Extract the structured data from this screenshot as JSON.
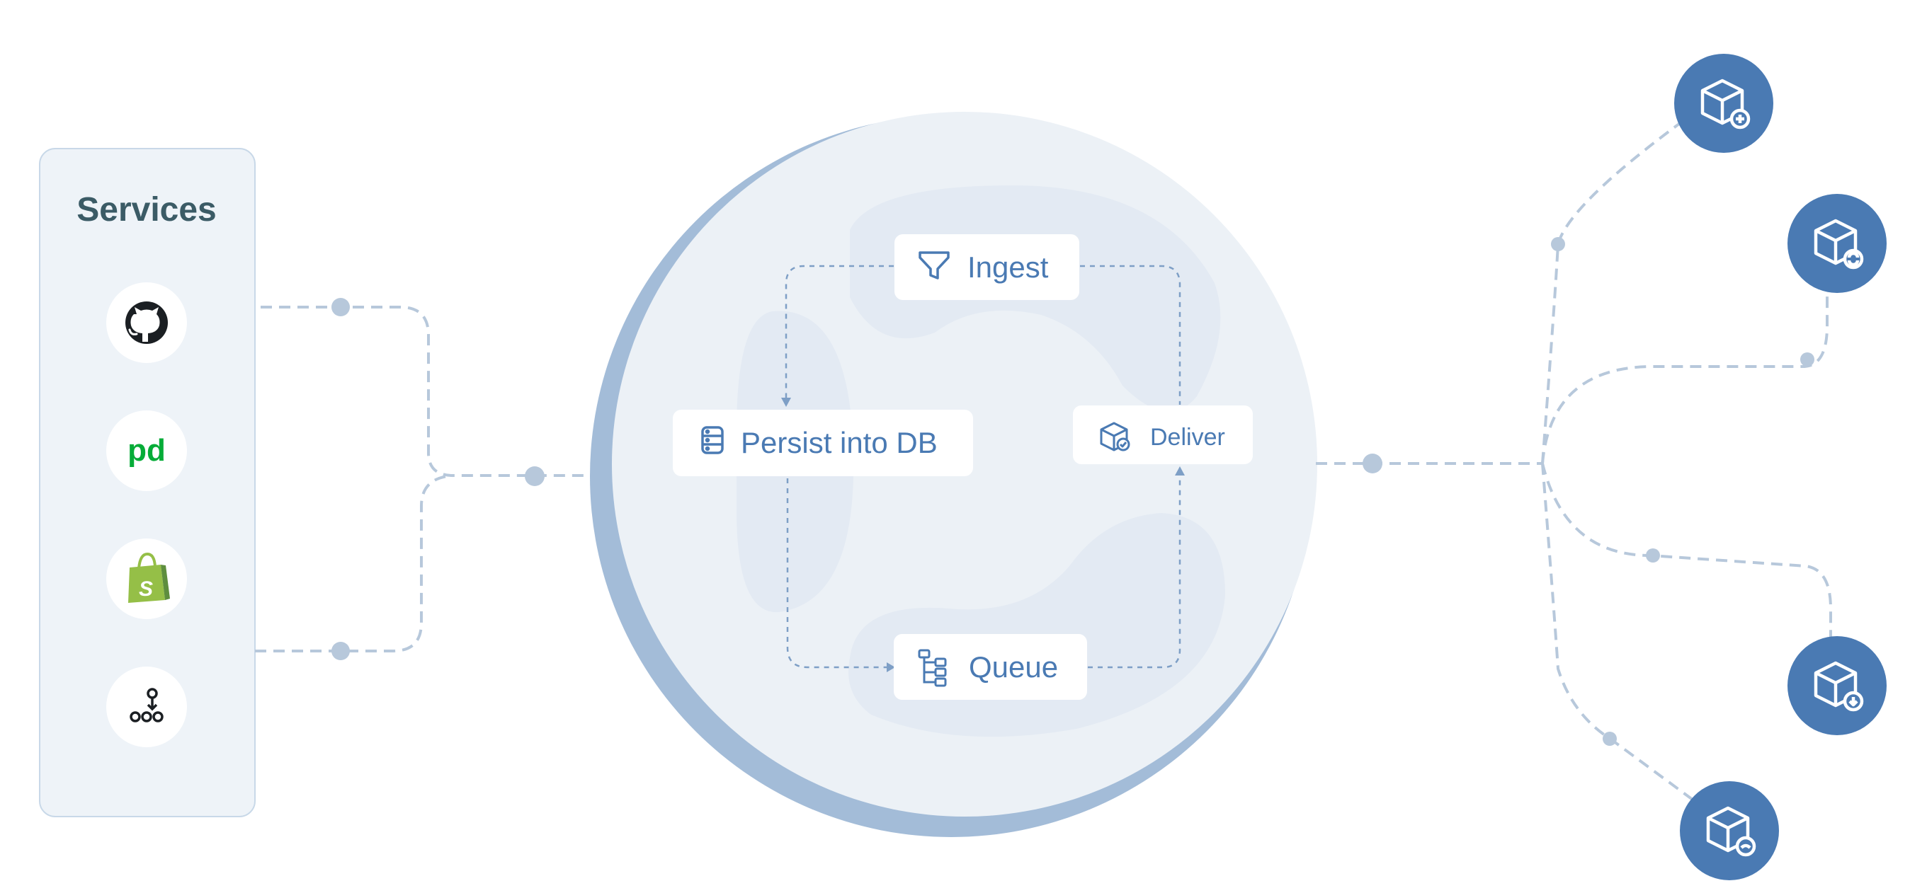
{
  "services_panel": {
    "title": "Services",
    "icons": [
      "github-icon",
      "pagerduty-icon",
      "shopify-icon",
      "workflow-icon"
    ],
    "pagerduty_glyph": "pd",
    "shopify_glyph": "S"
  },
  "pipeline": {
    "ingest": {
      "label": "Ingest",
      "icon": "filter-icon"
    },
    "persist": {
      "label": "Persist into DB",
      "icon": "database-icon"
    },
    "deliver": {
      "label": "Deliver",
      "icon": "package-check-icon"
    },
    "queue": {
      "label": "Queue",
      "icon": "hierarchy-icon"
    }
  },
  "destinations": [
    {
      "icon": "package-plus-icon"
    },
    {
      "icon": "package-sync-icon"
    },
    {
      "icon": "package-download-icon"
    },
    {
      "icon": "package-minus-icon"
    }
  ],
  "colors": {
    "panel_bg": "#eef3f8",
    "panel_border": "#c8d8e8",
    "title_text": "#3b5b66",
    "circle_bg": "#ecf1f6",
    "circle_shadow": "#a3bcd8",
    "blob": "#e3eaf3",
    "connector": "#b7c8db",
    "flow_line": "#7e9fc6",
    "accent": "#4a7ab3",
    "node_text": "#4a7ab3",
    "pagerduty_green": "#06ac38",
    "shopify_green": "#95bf47",
    "github_dark": "#1b1f23"
  }
}
